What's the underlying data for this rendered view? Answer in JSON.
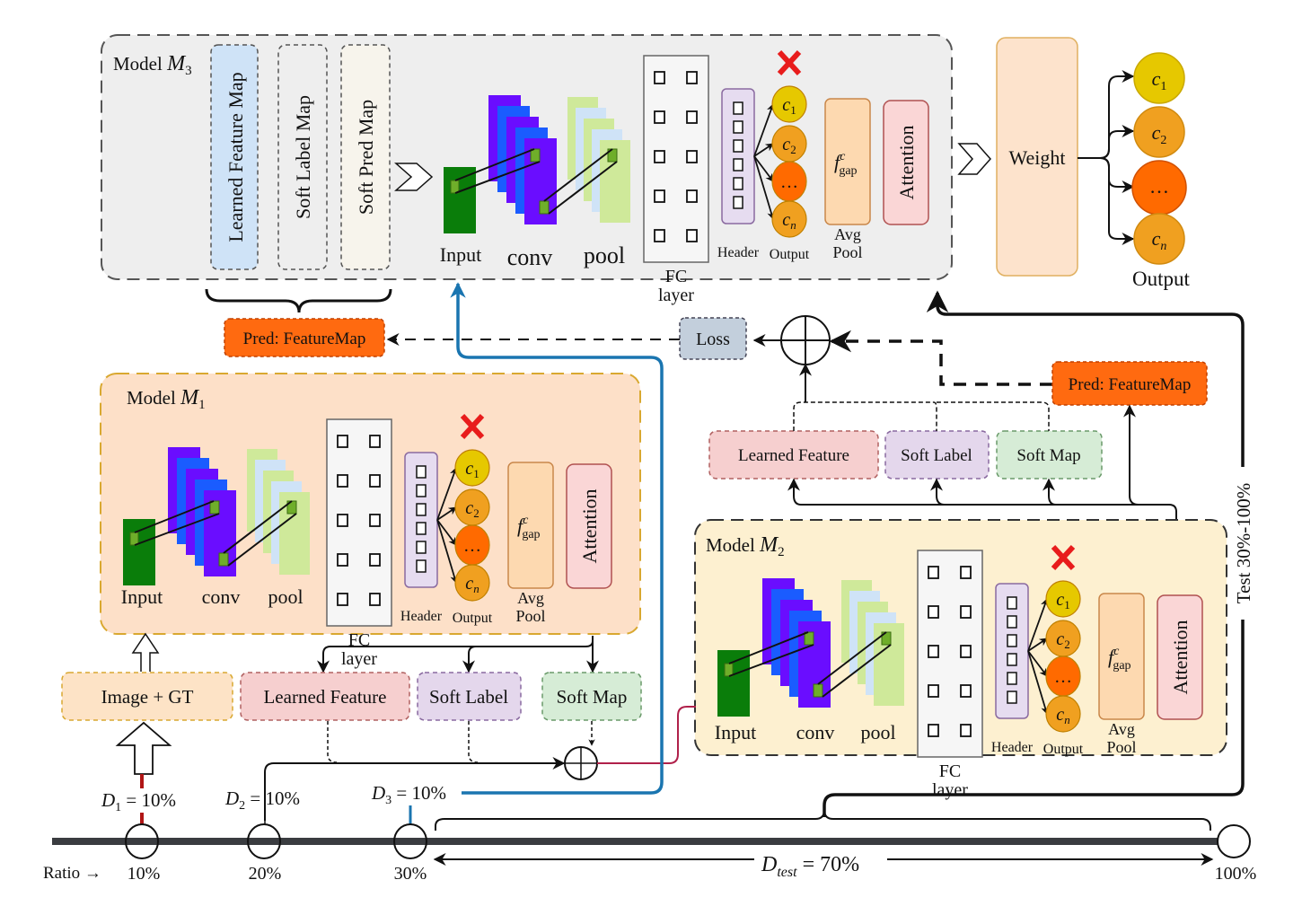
{
  "colors": {
    "m3_bg": "#eeeeee",
    "m1_bg": "#fde0c8",
    "m2_bg": "#fdf0d0",
    "input_green": "#0a7d0a",
    "conv_purple": "#6a0dff",
    "conv_blue": "#1a5cff",
    "pool_green": "#cfe99a",
    "pool_blue": "#cfe3f7",
    "c1": "#e6c800",
    "c2": "#f0a020",
    "cdots": "#ff6a00",
    "orange_box": "#ff6a10",
    "loss": "#c3cfdc",
    "learned_feature": "#f6cfcf",
    "soft_label": "#e4d7ec",
    "soft_map": "#d6ecd6",
    "image_gt": "#fde3c6",
    "avgpool": "#fdd9b0",
    "attention": "#fad6d6",
    "weight": "#fde3cc",
    "header": "#e6dcf0",
    "red_x": "#e81c1c",
    "blue_line": "#1a75b0",
    "crimson_line": "#b0204a",
    "red_tick": "#b01515"
  },
  "model_m3": {
    "title": "Model",
    "subscript_var": "M",
    "subscript": "3",
    "maps": [
      "Learned Feature Map",
      "Soft Label Map",
      "Soft Pred Map"
    ],
    "layers": {
      "input": "Input",
      "conv": "conv",
      "pool": "pool",
      "fc_line1": "FC",
      "fc_line2": "layer",
      "header": "Header",
      "output": "Output",
      "avg_line1": "Avg",
      "avg_line2": "Pool",
      "attention": "Attention",
      "fgap": "f",
      "fgap_sup": "c",
      "fgap_sub": "gap"
    },
    "outputs": [
      "c1",
      "c2",
      "…",
      "cn"
    ]
  },
  "weight_block": {
    "label": "Weight",
    "outputs_label": "Output",
    "outputs": [
      "c",
      "c",
      "…",
      "c"
    ],
    "output_subs": [
      "1",
      "2",
      "",
      "n"
    ]
  },
  "model_m1": {
    "title": "Model",
    "subscript_var": "M",
    "subscript": "1",
    "layers": {
      "input": "Input",
      "conv": "conv",
      "pool": "pool",
      "fc_line1": "FC",
      "fc_line2": "layer",
      "header": "Header",
      "output": "Output",
      "avg_line1": "Avg",
      "avg_line2": "Pool",
      "attention": "Attention",
      "fgap": "f",
      "fgap_sup": "c",
      "fgap_sub": "gap"
    }
  },
  "model_m2": {
    "title": "Model",
    "subscript_var": "M",
    "subscript": "2",
    "layers": {
      "input": "Input",
      "conv": "conv",
      "pool": "pool",
      "fc_line1": "FC",
      "fc_line2": "layer",
      "header": "Header",
      "output": "Output",
      "avg_line1": "Avg",
      "avg_line2": "Pool",
      "attention": "Attention",
      "fgap": "f",
      "fgap_sup": "c",
      "fgap_sub": "gap"
    }
  },
  "circle_labels": {
    "var": "c",
    "subs": [
      "1",
      "2",
      "",
      "n"
    ],
    "dots": "…"
  },
  "boxes": {
    "pred_featuremap": "Pred: FeatureMap",
    "loss": "Loss",
    "learned_feature": "Learned Feature",
    "soft_label": "Soft Label",
    "soft_map": "Soft Map",
    "image_gt": "Image + GT"
  },
  "test_label": "Test 30%-100%",
  "timeline": {
    "ratio_label": "Ratio →",
    "ticks": [
      "10%",
      "20%",
      "30%",
      "100%"
    ],
    "d1": {
      "var": "D",
      "sub": "1",
      "value": " = 10%"
    },
    "d2": {
      "var": "D",
      "sub": "2",
      "value": " = 10%"
    },
    "d3": {
      "var": "D",
      "sub": "3",
      "value": " = 10%"
    },
    "dtest": {
      "var": "D",
      "sub": "test",
      "value": " = 70%"
    }
  }
}
